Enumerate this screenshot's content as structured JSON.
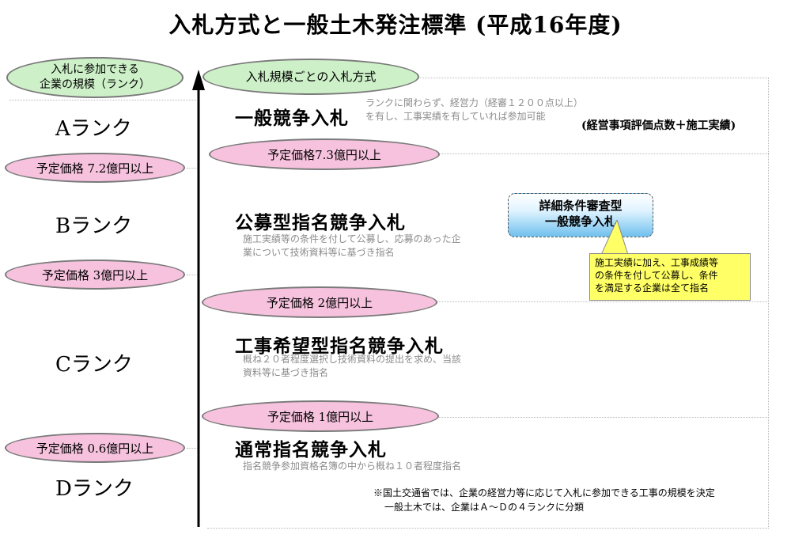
{
  "title": "入札方式と一般土木発注標準 (平成16年度)",
  "left_header": "入札に参加できる\n企業の規模（ランク）",
  "right_header": "入札規模ごとの入札方式",
  "ranks": [
    "Aランク",
    "Bランク",
    "Cランク",
    "Dランク"
  ],
  "left_thresholds": [
    "予定価格 7.2億円以上",
    "予定価格 3億円以上",
    "予定価格 0.6億円以上"
  ],
  "right_thresholds": [
    "予定価格7.3億円以上",
    "予定価格 2億円以上",
    "予定価格 1億円以上"
  ],
  "methods": [
    {
      "name": "一般競争入札",
      "desc": "ランクに関わらず、経営力（経審１２００点以上）\nを有し、工事実績を有していれば参加可能"
    },
    {
      "name": "公募型指名競争入札",
      "desc": "施工実績等の条件を付して公募し、応募のあった企\n業について技術資料等に基づき指名"
    },
    {
      "name": "工事希望型指名競争入札",
      "desc": "概ね２０者程度選択し技術資料の提出を求め、当該\n資料等に基づき指名"
    },
    {
      "name": "通常指名競争入札",
      "desc": "指名競争参加資格名簿の中から概ね１０者程度指名"
    }
  ],
  "ippan_extra": "(経営事項評価点数＋施工実績)",
  "special_box": "詳細条件審査型\n一般競争入札",
  "special_note": "施工実績に加え、工事成績等\nの条件を付して公募し、条件\nを満足する企業は全て指名",
  "footnotes": [
    "※国土交通省では、企業の経営力等に応じて入札に参加できる工事の規模を決定",
    "一般土木では、企業はＡ～Ｄの４ランクに分類"
  ],
  "colors": {
    "green_ellipse": "#cdf0c8",
    "pink_ellipse": "#f6c2de",
    "callout_gradient_top": "#ffffff",
    "callout_gradient_bottom": "#6fc0ee",
    "note_bg": "#ffff66"
  }
}
